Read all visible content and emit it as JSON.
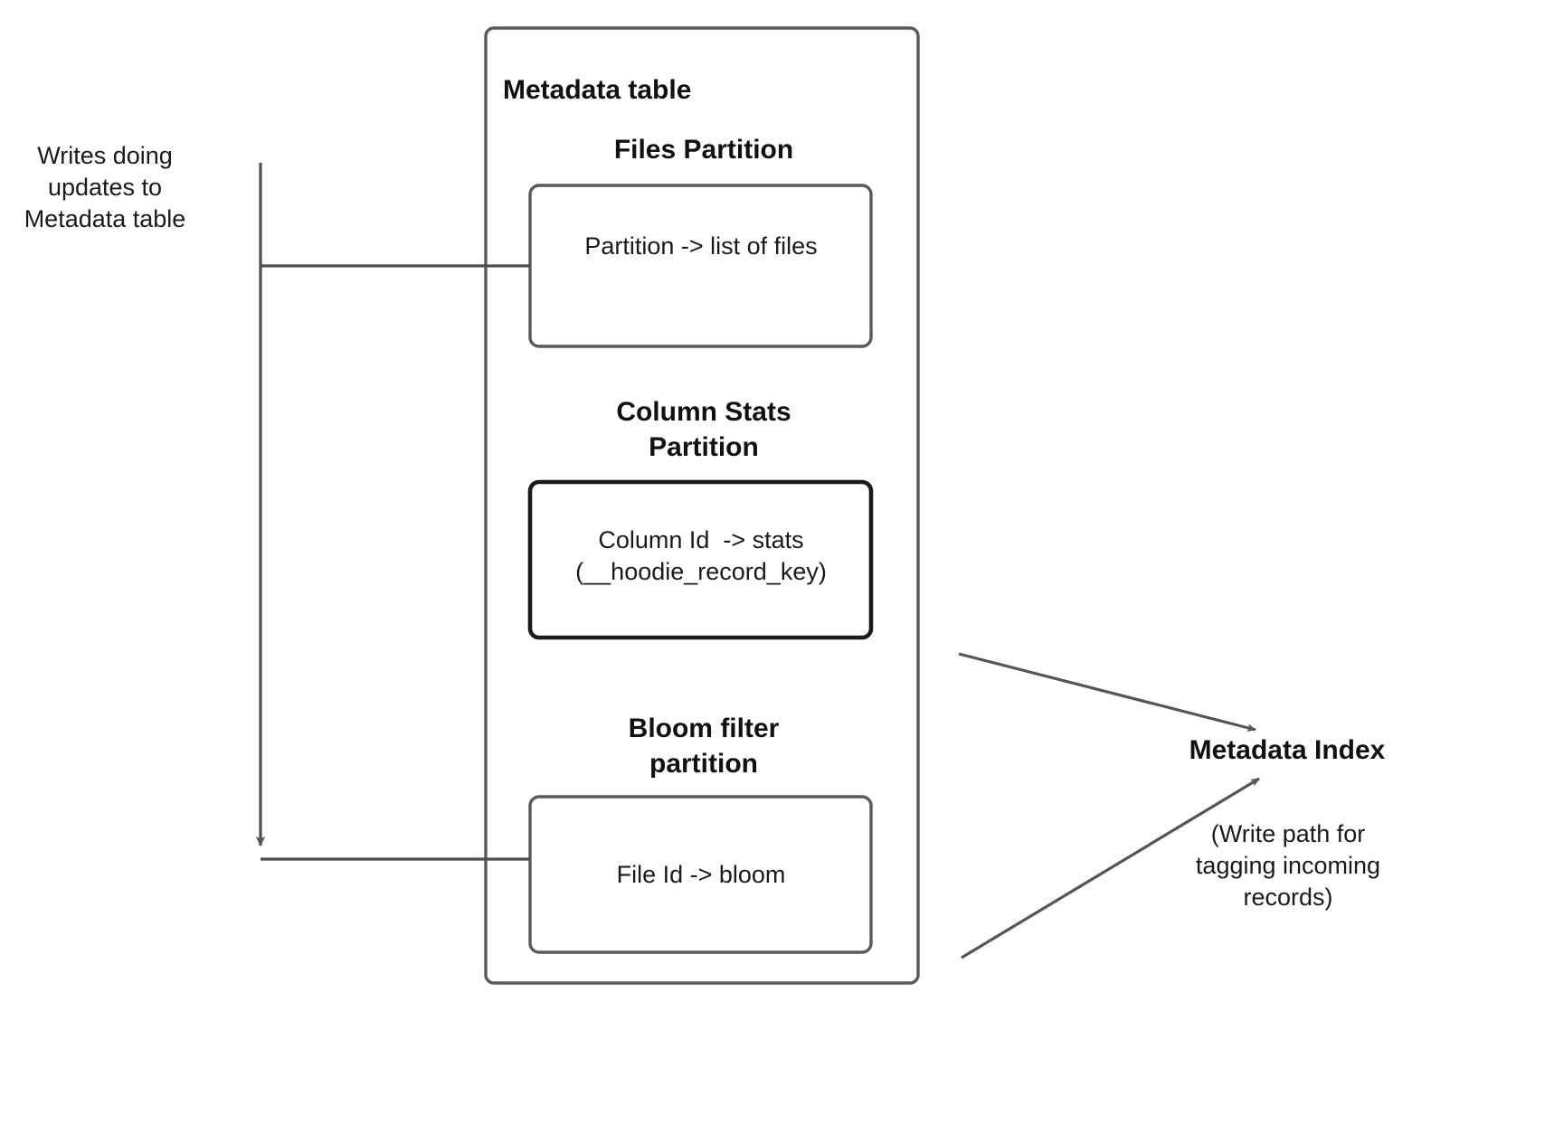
{
  "diagram": {
    "type": "flow",
    "background": "#ffffff",
    "line_color": "#4d4d4d",
    "box_border_color": "#595959",
    "emphasis_border_color": "#1a1a1a",
    "text_color": "#1a1a1a",
    "source_label": {
      "text": "Writes doing\nupdates to\nMetadata table"
    },
    "container": {
      "title": "Metadata table",
      "partitions": [
        {
          "heading": "Files Partition",
          "box_text": "Partition -> list of files",
          "emphasized": false
        },
        {
          "heading": "Column Stats\nPartition",
          "box_text": "Column Id  -> stats\n(__hoodie_record_key)",
          "emphasized": true
        },
        {
          "heading": "Bloom filter\npartition",
          "box_text": "File Id -> bloom",
          "emphasized": false
        }
      ]
    },
    "target": {
      "title": "Metadata Index",
      "caption": "(Write path for\ntagging incoming\nrecords)"
    },
    "connectors": [
      {
        "name": "writes-to-files-partition",
        "arrowhead": false
      },
      {
        "name": "writes-to-bloom-partition",
        "arrowhead": true
      },
      {
        "name": "column-stats-to-metadata-index",
        "arrowhead": true
      },
      {
        "name": "bloom-to-metadata-index",
        "arrowhead": true
      }
    ]
  }
}
